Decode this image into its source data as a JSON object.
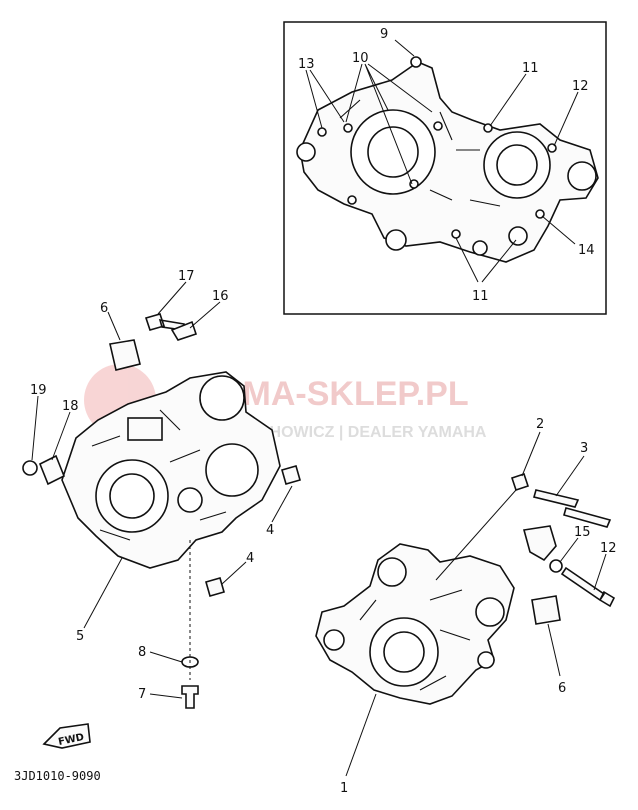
{
  "diagram": {
    "code": "3JD1010-9090",
    "fwd_label": "FWD",
    "watermark": {
      "brand": "YAMAHA-SKLEP.PL",
      "visible_text": "AMA-SKLEP.PL",
      "dealer": "CHOWICZ | DEALER YAMAHA"
    },
    "callouts": {
      "c1": "1",
      "c2": "2",
      "c3": "3",
      "c4a": "4",
      "c4b": "4",
      "c5": "5",
      "c6a": "6",
      "c6b": "6",
      "c7": "7",
      "c8": "8",
      "c9": "9",
      "c10": "10",
      "c11a": "11",
      "c11b": "11",
      "c12a": "12",
      "c12b": "12",
      "c13": "13",
      "c14": "14",
      "c15": "15",
      "c16": "16",
      "c17": "17",
      "c18": "18",
      "c19": "19"
    }
  },
  "colors": {
    "ink": "#111111",
    "watermark_red": "#e98b8b",
    "watermark_gray": "#c9c9c9"
  }
}
